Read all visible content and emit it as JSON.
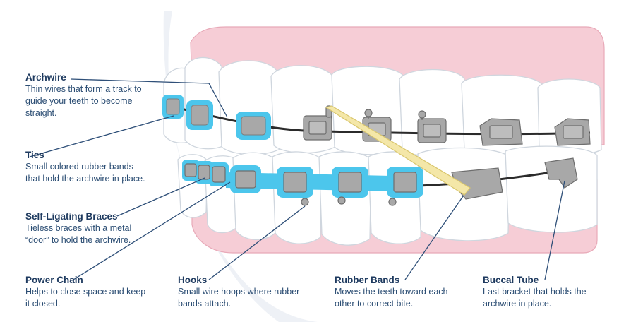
{
  "colors": {
    "gum": "#f6cdd6",
    "gum_edge": "#e8a9b8",
    "tooth": "#ffffff",
    "tooth_edge": "#cfd6de",
    "bracket": "#a8a8a8",
    "bracket_dark": "#7c7c7c",
    "ties": "#4cc6ec",
    "rubber_band": "#f4e7a8",
    "wire": "#2b2b2b",
    "leader_line": "#2e4f78",
    "text": "#1e3a5f"
  },
  "labels": {
    "archwire": {
      "term": "Archwire",
      "desc": [
        "Thin wires that form a track to",
        "guide your teeth to become",
        "straight."
      ]
    },
    "ties": {
      "term": "Ties",
      "desc": [
        "Small colored rubber bands",
        "that hold the archwire in place."
      ]
    },
    "self_ligating": {
      "term": "Self-Ligating Braces",
      "desc": [
        "Tieless braces with a metal",
        "“door” to hold the archwire."
      ]
    },
    "power_chain": {
      "term": "Power Chain",
      "desc": [
        "Helps to close space and keep",
        "it closed."
      ]
    },
    "hooks": {
      "term": "Hooks",
      "desc": [
        "Small wire hoops where rubber",
        "bands attach."
      ]
    },
    "rubber_bands": {
      "term": "Rubber Bands",
      "desc": [
        "Moves the teeth toward each",
        "other to correct bite."
      ]
    },
    "buccal_tube": {
      "term": "Buccal Tube",
      "desc": [
        "Last bracket that holds the",
        "archwire in place."
      ]
    }
  }
}
